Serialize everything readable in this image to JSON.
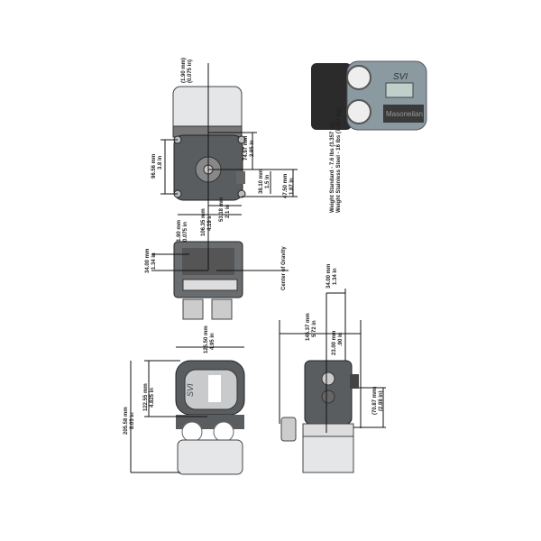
{
  "dimensions": {
    "top_offset": [
      "(1.90 mm)",
      "(0.075 in)"
    ],
    "height_mount": [
      "96.56 mm",
      "3.8 in"
    ],
    "cog_vertical": [
      "74.97 mm",
      "2.95 in"
    ],
    "port_spacing": [
      "38.10 mm",
      "1.5 in"
    ],
    "port_offset": [
      "47.50 mm",
      "1.87 in"
    ],
    "width_mount": [
      "106.35 mm",
      "4.19 in"
    ],
    "half_width": [
      "53.18 mm",
      "2.1 in"
    ],
    "side_offset": [
      "1.90 mm",
      "0.075 in"
    ],
    "cog_depth": [
      "34.00 mm",
      "1.34 in"
    ],
    "front_width": [
      "125.50 mm",
      "4.95 in"
    ],
    "front_mount": [
      "122.55 mm",
      "4.825 in"
    ],
    "front_height": [
      "205.58 mm",
      "8.03 in"
    ],
    "side_depth": [
      "145.37 mm",
      "5.72 in"
    ],
    "side_cog": [
      "34.00 mm",
      "1.34 in"
    ],
    "side_small": [
      "23.00 mm",
      ".90 in"
    ],
    "side_port": [
      "(70.87 mm)",
      "(2.88 in)"
    ]
  },
  "center_of_gravity_label": "Center of Gravity",
  "weights": [
    "Weight Standard - 7.6 lbs (3.357 kg)",
    "Weight Stainless Steel - 16 lbs (7.257 kg)"
  ],
  "product": {
    "logo": "SVI",
    "brand": "Masoneilan"
  },
  "colors": {
    "body": "#5a5d60",
    "cover": "#e4e6e8",
    "photo_body": "#8a9aa0"
  }
}
